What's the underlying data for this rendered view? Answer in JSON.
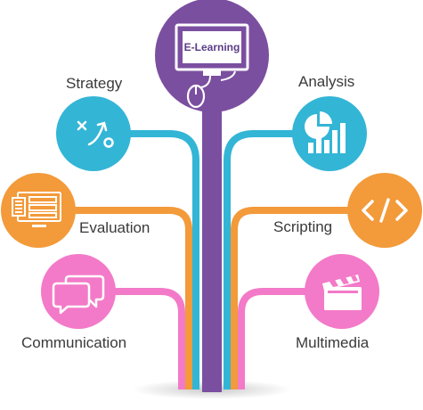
{
  "center": {
    "title": "E-Learning",
    "icon": "computer-mouse-icon",
    "color": "#7b4fa0"
  },
  "branches": [
    {
      "key": "strategy",
      "label": "Strategy",
      "icon": "strategy-play-icon",
      "color": "#33b5d6"
    },
    {
      "key": "analysis",
      "label": "Analysis",
      "icon": "pie-bar-chart-icon",
      "color": "#33b5d6"
    },
    {
      "key": "evaluation",
      "label": "Evaluation",
      "icon": "monitor-checklist-icon",
      "color": "#f39a3a"
    },
    {
      "key": "scripting",
      "label": "Scripting",
      "icon": "code-brackets-icon",
      "color": "#f39a3a"
    },
    {
      "key": "communication",
      "label": "Communication",
      "icon": "chat-bubbles-icon",
      "color": "#f37ac8"
    },
    {
      "key": "multimedia",
      "label": "Multimedia",
      "icon": "clapperboard-icon",
      "color": "#f37ac8"
    }
  ]
}
